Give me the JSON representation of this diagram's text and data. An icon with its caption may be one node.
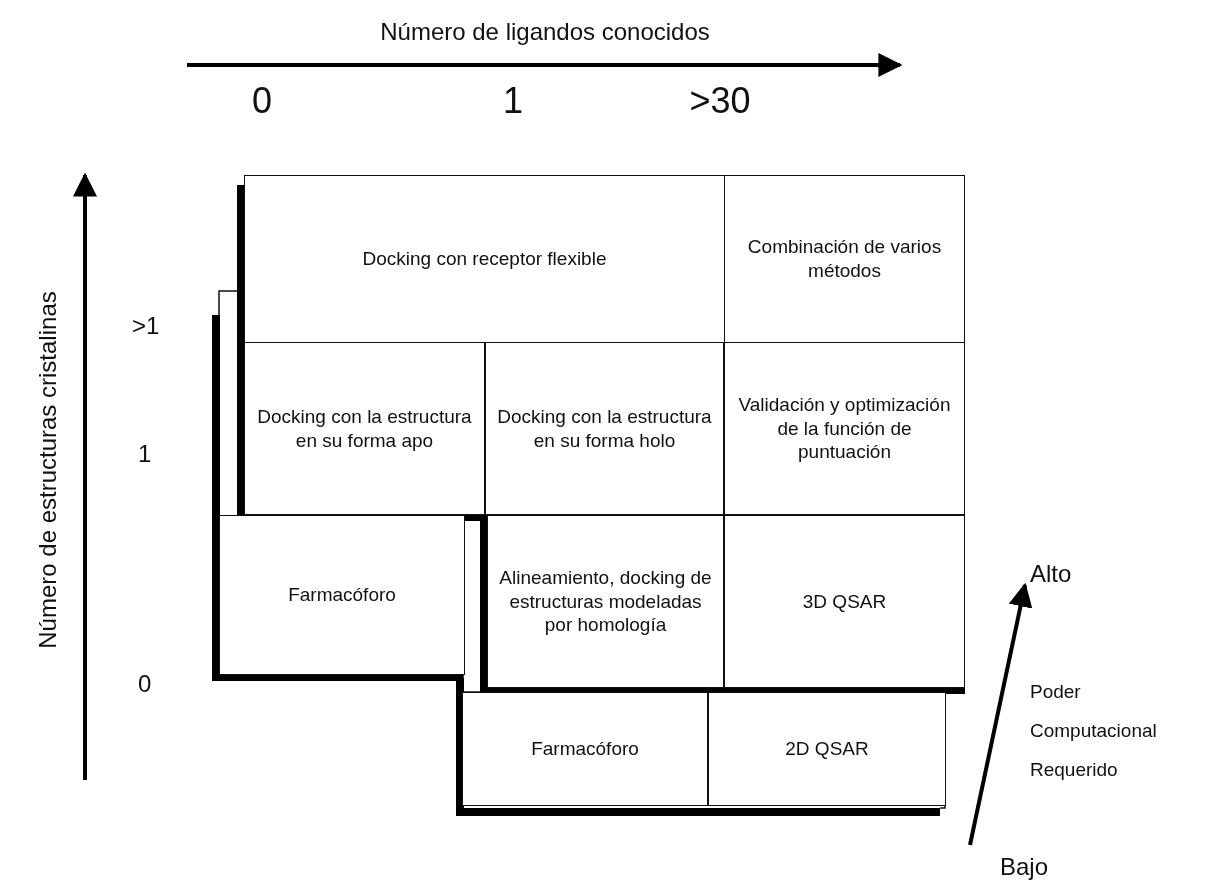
{
  "diagram": {
    "nodes": [
      {
        "text": [
          "Docking con receptor flexible"
        ]
      },
      {
        "text": [
          "Combinación de varios métodos"
        ]
      },
      {
        "text": [
          "Docking con la estructura en su forma apo"
        ]
      },
      {
        "text": [
          "Docking con la estructura en su forma holo"
        ]
      },
      {
        "text": [
          "Validación y optimización de la función de puntuación"
        ]
      },
      {
        "text": [
          "Farmacóforo"
        ]
      },
      {
        "text": [
          "Alineamiento, docking de estructuras modeladas por homología"
        ]
      },
      {
        "text": [
          "3D QSAR"
        ]
      },
      {
        "text": [
          "Farmacóforo"
        ]
      },
      {
        "text": [
          "2D QSAR"
        ]
      }
    ],
    "labels": [
      "Número de ligandos conocidos",
      "0",
      "1",
      ">30",
      "Número de estructuras cristalinas",
      ">1",
      "1",
      "0",
      "Alto",
      "Poder Computacional Requerido",
      "Bajo"
    ]
  }
}
